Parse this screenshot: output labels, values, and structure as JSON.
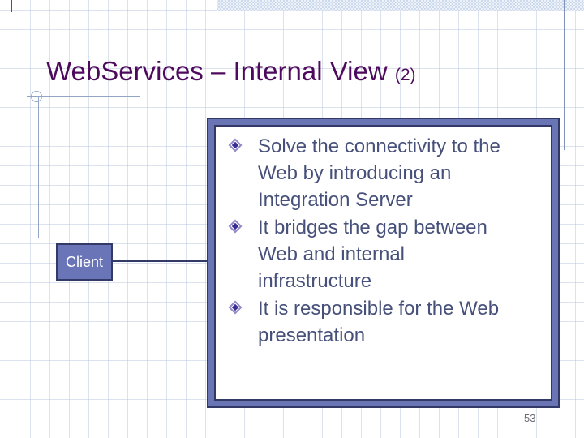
{
  "slide": {
    "title": "WebServices – Internal View",
    "title_suffix": "(2)",
    "page_number": "53"
  },
  "diagram": {
    "client_label": "Client"
  },
  "content_box": {
    "bullets": [
      "Solve the connectivity to the\nWeb by introducing an\nIntegration Server",
      "It bridges the gap between\nWeb and internal\ninfrastructure",
      "It is responsible for the Web\npresentation"
    ]
  },
  "icons": {
    "bullet": "diamond-bullet"
  },
  "colors": {
    "title_text": "#4e0a5c",
    "body_text": "#46507a",
    "frame_purple": "#6a75b5",
    "frame_dark": "#323966",
    "decor_line_blue": "#93a5c5",
    "node_fill": "#6a75b8"
  }
}
